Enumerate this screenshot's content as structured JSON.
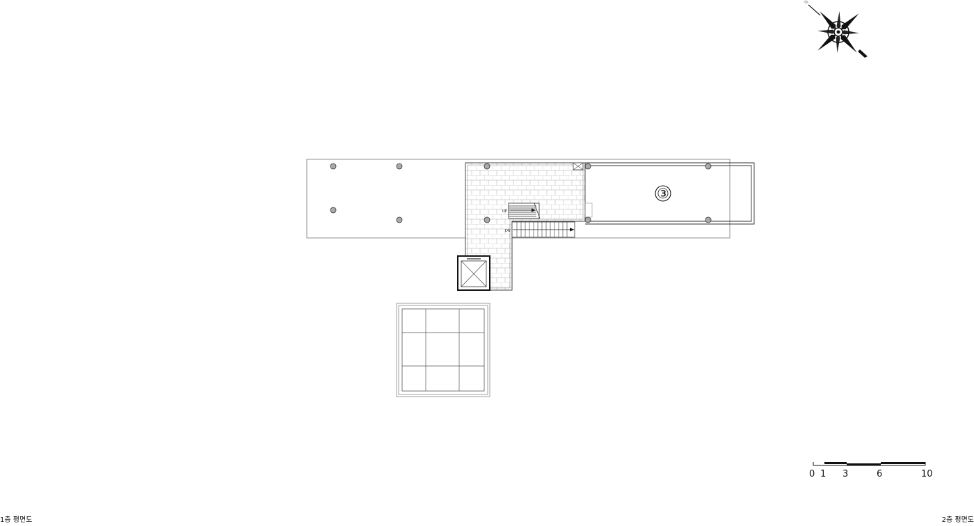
{
  "floor_labels": {
    "left": "1층 평면도",
    "right": "2층 평면도"
  },
  "room_number": "③",
  "stair_labels": {
    "up": "UP",
    "down": "DN"
  },
  "scale_bar": {
    "ticks": [
      "0",
      "1",
      "3",
      "6",
      "10"
    ]
  },
  "north_arrow": {
    "letter": "N"
  }
}
